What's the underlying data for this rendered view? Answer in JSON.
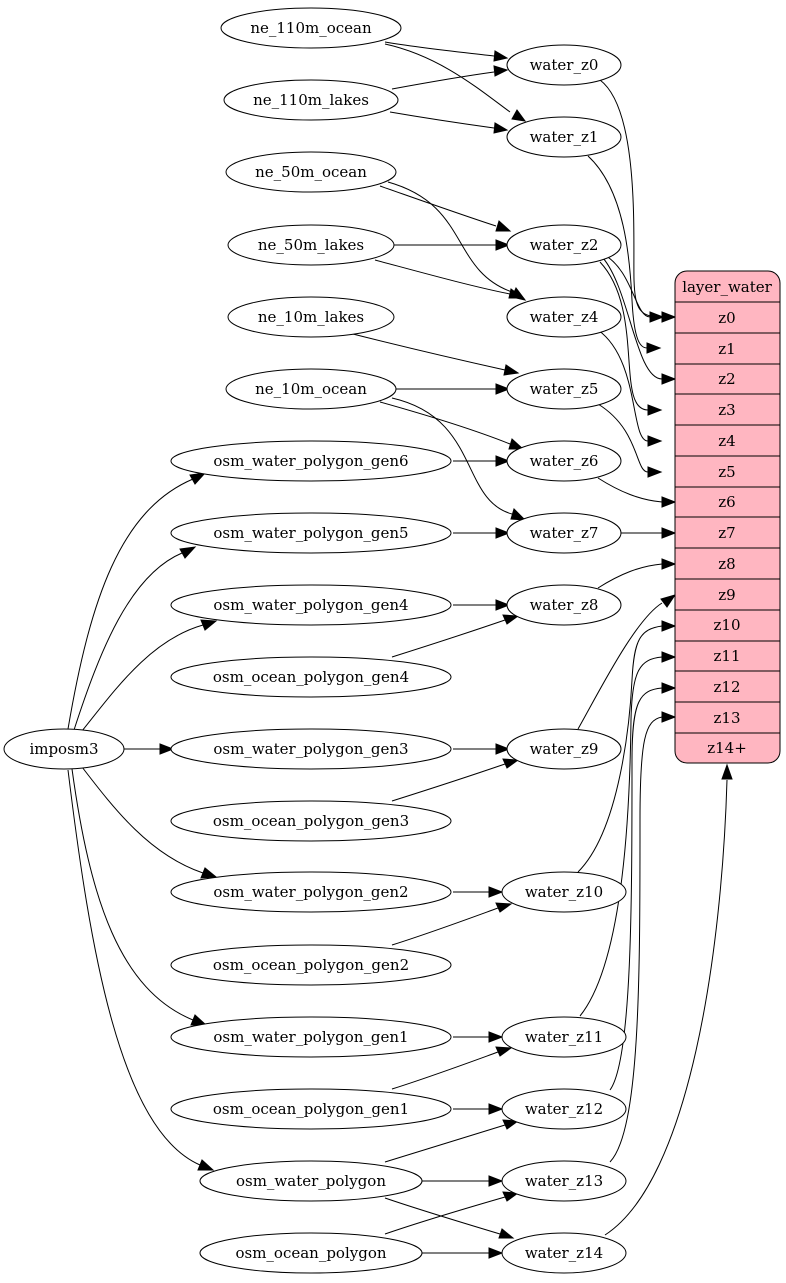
{
  "diagram": {
    "nodes": {
      "imposm3": "imposm3",
      "ne_110m_ocean": "ne_110m_ocean",
      "ne_110m_lakes": "ne_110m_lakes",
      "ne_50m_ocean": "ne_50m_ocean",
      "ne_50m_lakes": "ne_50m_lakes",
      "ne_10m_lakes": "ne_10m_lakes",
      "ne_10m_ocean": "ne_10m_ocean",
      "osm_water_polygon_gen6": "osm_water_polygon_gen6",
      "osm_water_polygon_gen5": "osm_water_polygon_gen5",
      "osm_water_polygon_gen4": "osm_water_polygon_gen4",
      "osm_ocean_polygon_gen4": "osm_ocean_polygon_gen4",
      "osm_water_polygon_gen3": "osm_water_polygon_gen3",
      "osm_ocean_polygon_gen3": "osm_ocean_polygon_gen3",
      "osm_water_polygon_gen2": "osm_water_polygon_gen2",
      "osm_ocean_polygon_gen2": "osm_ocean_polygon_gen2",
      "osm_water_polygon_gen1": "osm_water_polygon_gen1",
      "osm_ocean_polygon_gen1": "osm_ocean_polygon_gen1",
      "osm_water_polygon": "osm_water_polygon",
      "osm_ocean_polygon": "osm_ocean_polygon",
      "water_z0": "water_z0",
      "water_z1": "water_z1",
      "water_z2": "water_z2",
      "water_z4": "water_z4",
      "water_z5": "water_z5",
      "water_z6": "water_z6",
      "water_z7": "water_z7",
      "water_z8": "water_z8",
      "water_z9": "water_z9",
      "water_z10": "water_z10",
      "water_z11": "water_z11",
      "water_z12": "water_z12",
      "water_z13": "water_z13",
      "water_z14": "water_z14"
    },
    "layer": {
      "title": "layer_water",
      "fields": [
        "z0",
        "z1",
        "z2",
        "z3",
        "z4",
        "z5",
        "z6",
        "z7",
        "z8",
        "z9",
        "z10",
        "z11",
        "z12",
        "z13",
        "z14+"
      ]
    },
    "colors": {
      "record_fill": "#ffb6c1",
      "stroke": "#000000",
      "background": "#ffffff"
    }
  }
}
